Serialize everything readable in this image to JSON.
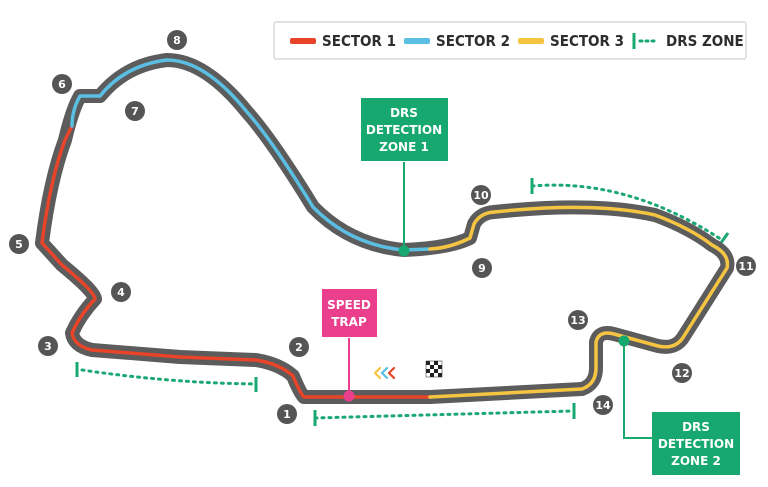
{
  "legend": {
    "sector1": "SECTOR 1",
    "sector2": "SECTOR 2",
    "sector3": "SECTOR 3",
    "drs_zone": "DRS ZONE"
  },
  "colors": {
    "track": "#5a5a5a",
    "sector1": "#e8442a",
    "sector2": "#5bbfe3",
    "sector3": "#f5c542",
    "drs": "#1aa872",
    "detection_box": "#16a86e",
    "speed_trap": "#ea3f8c",
    "turn_marker": "#555555"
  },
  "turns": [
    "1",
    "2",
    "3",
    "4",
    "5",
    "6",
    "7",
    "8",
    "9",
    "10",
    "11",
    "12",
    "13",
    "14"
  ],
  "callouts": {
    "drs_detection_1": [
      "DRS",
      "DETECTION",
      "ZONE 1"
    ],
    "drs_detection_2": [
      "DRS",
      "DETECTION",
      "ZONE 2"
    ],
    "speed_trap": [
      "SPEED",
      "TRAP"
    ]
  }
}
